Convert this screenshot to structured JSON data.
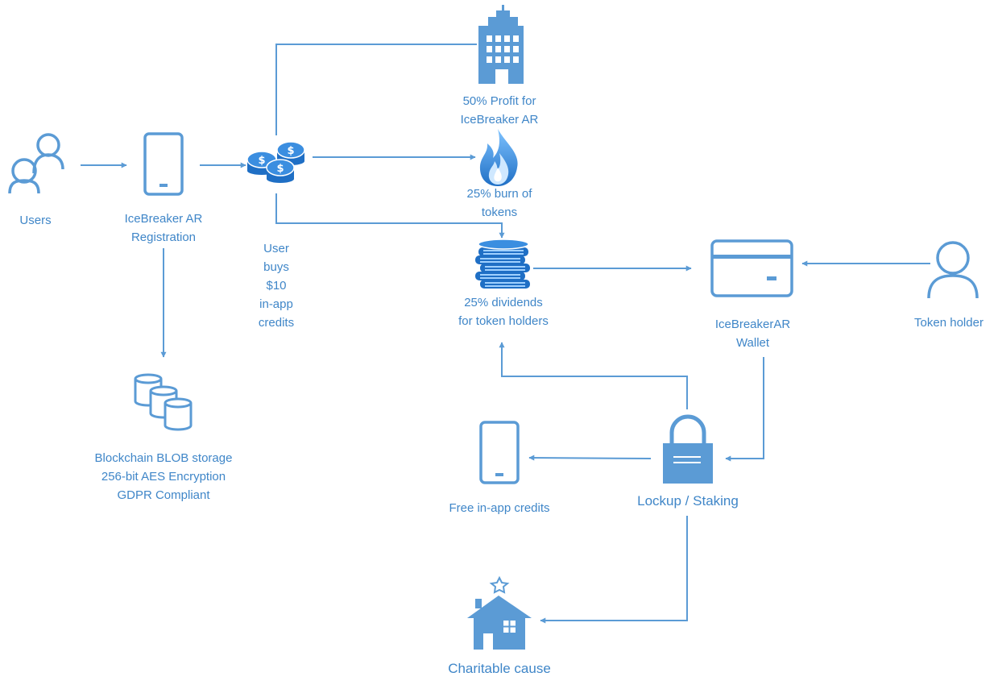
{
  "nodes": {
    "users": {
      "label": "Users"
    },
    "registration": {
      "label": "IceBreaker AR\nRegistration"
    },
    "storage": {
      "label": "Blockchain BLOB storage\n256-bit AES Encryption\nGDPR Compliant"
    },
    "purchase": {
      "label": "User\nbuys\n$10\nin-app\ncredits",
      "coin_symbol": "$"
    },
    "profit": {
      "label": "50% Profit for\nIceBreaker AR"
    },
    "burn": {
      "label": "25% burn of\ntokens"
    },
    "dividends": {
      "label": "25% dividends\nfor token holders"
    },
    "wallet": {
      "label": "IceBreakerAR\nWallet"
    },
    "token_holder": {
      "label": "Token holder"
    },
    "staking": {
      "label": "Lockup / Staking"
    },
    "free_credits": {
      "label": "Free in-app credits"
    },
    "charity": {
      "label": "Charitable cause"
    }
  },
  "colors": {
    "accent": "#5b9bd5",
    "text": "#3f86c8",
    "fill": "#5b9bd5",
    "light": "#ffffff"
  },
  "icons": {
    "users": "users-icon",
    "registration": "mobile-phone-icon",
    "storage": "database-icon",
    "purchase": "dollar-coins-icon",
    "profit": "office-building-icon",
    "burn": "flame-icon",
    "dividends": "coin-stack-icon",
    "wallet": "credit-card-icon",
    "token_holder": "user-icon",
    "staking": "padlock-icon",
    "free_credits": "mobile-phone-icon",
    "charity": "house-star-icon"
  }
}
